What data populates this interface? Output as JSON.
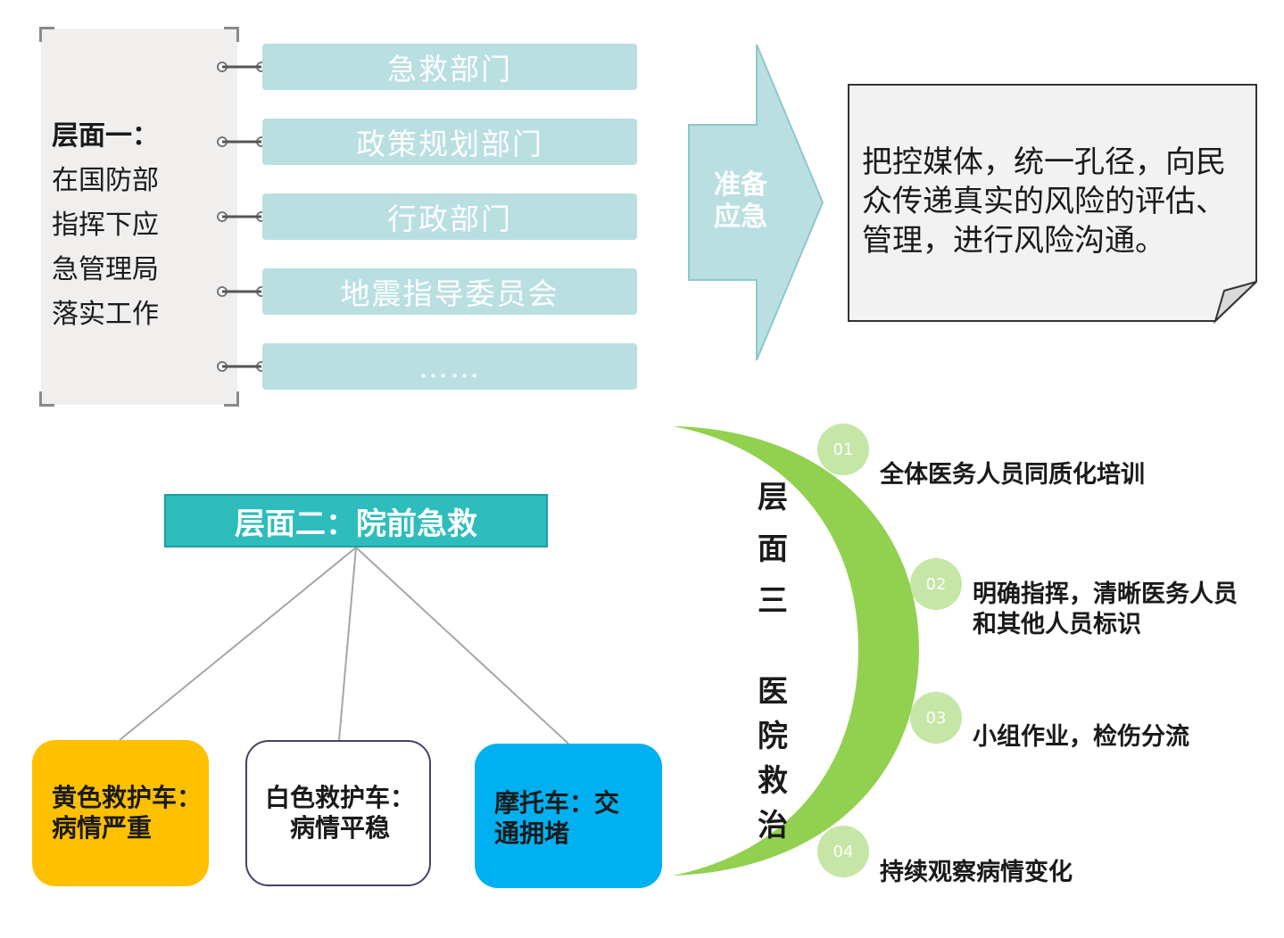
{
  "level_one": {
    "title": "层面一：",
    "lines": [
      "在国防部",
      "指挥下应",
      "急管理局",
      "落实工作"
    ]
  },
  "departments": [
    "急救部门",
    "政策规划部门",
    "行政部门",
    "地震指导委员会",
    "……"
  ],
  "arrow": {
    "lines": [
      "准备",
      "应急"
    ]
  },
  "note": {
    "text": "把控媒体，统一孔径，向民众传递真实的风险的评估、管理，进行风险沟通。"
  },
  "level_two": {
    "title": "层面二：院前急救",
    "boxes": [
      {
        "lines": [
          "黄色救护车：",
          "病情严重"
        ]
      },
      {
        "lines": [
          "白色救护车：",
          "病情平稳"
        ]
      },
      {
        "lines": [
          "摩托车：交",
          "通拥堵"
        ]
      }
    ]
  },
  "level_three": {
    "vertical_top": [
      "层",
      "面",
      "三"
    ],
    "vertical_bottom": [
      "医",
      "院",
      "救",
      "治"
    ],
    "items": [
      {
        "num": "01",
        "lines": [
          "全体医务人员同质化培训"
        ]
      },
      {
        "num": "02",
        "lines": [
          "明确指挥，清晰医务人员",
          "和其他人员标识"
        ]
      },
      {
        "num": "03",
        "lines": [
          "小组作业，检伤分流"
        ]
      },
      {
        "num": "04",
        "lines": [
          "持续观察病情变化"
        ]
      }
    ]
  },
  "colors": {
    "dept_bar": "#b9dfe1",
    "arrow": "#b9dfe1",
    "level_two_header": "#2fbcbc",
    "yellow_box": "#ffc000",
    "blue_box": "#00b0f0",
    "crescent": "#92d050",
    "number_circle": "#c5e6a6"
  }
}
